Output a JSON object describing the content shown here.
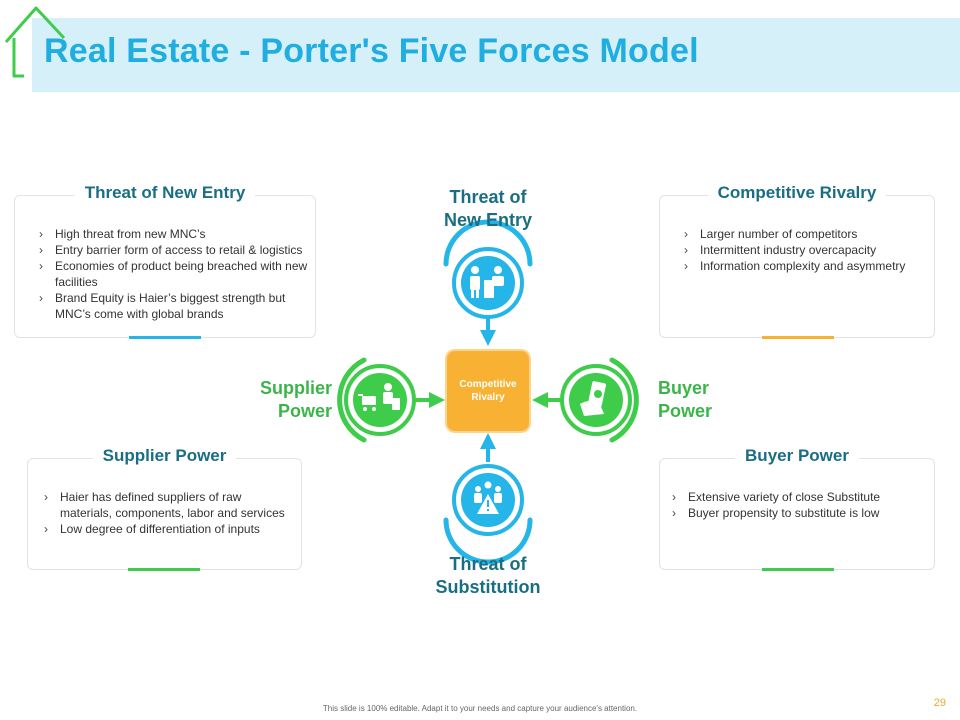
{
  "title": "Real Estate - Porter's Five Forces Model",
  "boxes": {
    "new_entry": {
      "title": "Threat of New Entry",
      "items": [
        "High threat from new MNC’s",
        "Entry barrier form of access to retail & logistics",
        "Economies of product being breached with new facilities",
        "Brand Equity is Haier’s biggest strength but MNC’s come with global brands"
      ]
    },
    "rivalry": {
      "title": "Competitive Rivalry",
      "items": [
        "Larger number of competitors",
        "Intermittent industry overcapacity",
        "Information complexity and asymmetry"
      ]
    },
    "supplier": {
      "title": "Supplier Power",
      "items": [
        "Haier has defined suppliers of raw materials, components, labor and services",
        "Low degree of differentiation of inputs"
      ]
    },
    "buyer": {
      "title": "Buyer Power",
      "items": [
        "Extensive variety of close Substitute",
        "Buyer propensity to substitute is low"
      ]
    }
  },
  "diagram": {
    "top_line1": "Threat of",
    "top_line2": "New Entry",
    "bottom_line1": "Threat of",
    "bottom_line2": "Substitution",
    "left_line1": "Supplier",
    "left_line2": "Power",
    "right_line1": "Buyer",
    "right_line2": "Power",
    "hub_line1": "Competitive",
    "hub_line2": "Rivalry"
  },
  "footer": "This slide is 100% editable. Adapt it to your needs and capture your audience's attention.",
  "page_number": "29",
  "colors": {
    "title": "#20aee0",
    "blue": "#25b5e8",
    "green": "#3ecc4a",
    "orange": "#f8b133",
    "box_heading": "#1a6e84"
  }
}
